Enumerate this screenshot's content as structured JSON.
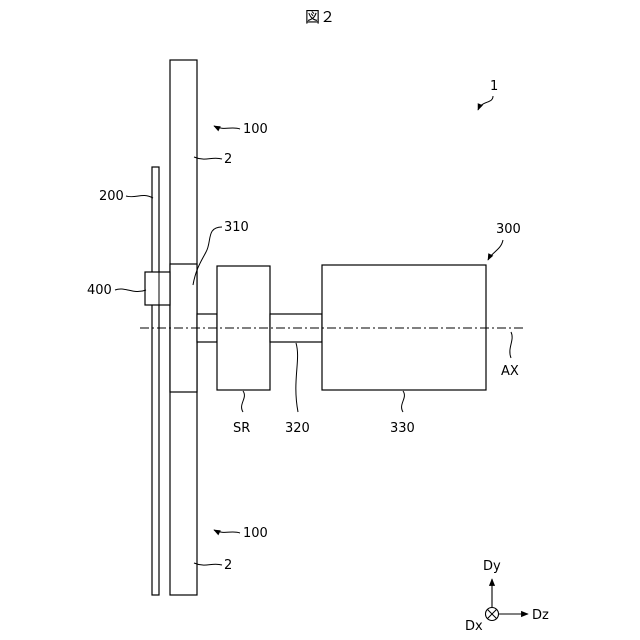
{
  "figure": {
    "title": "図２",
    "labels": {
      "device": "1",
      "unit_upper": "100",
      "unit_lower": "100",
      "blade_upper": "2",
      "blade_lower": "2",
      "plate": "200",
      "hub": "310",
      "drive": "300",
      "pin": "400",
      "sr": "SR",
      "shaft": "320",
      "motor": "330",
      "axis": "AX"
    },
    "directions": {
      "dy": "Dy",
      "dz": "Dz",
      "dx": "Dx"
    }
  }
}
